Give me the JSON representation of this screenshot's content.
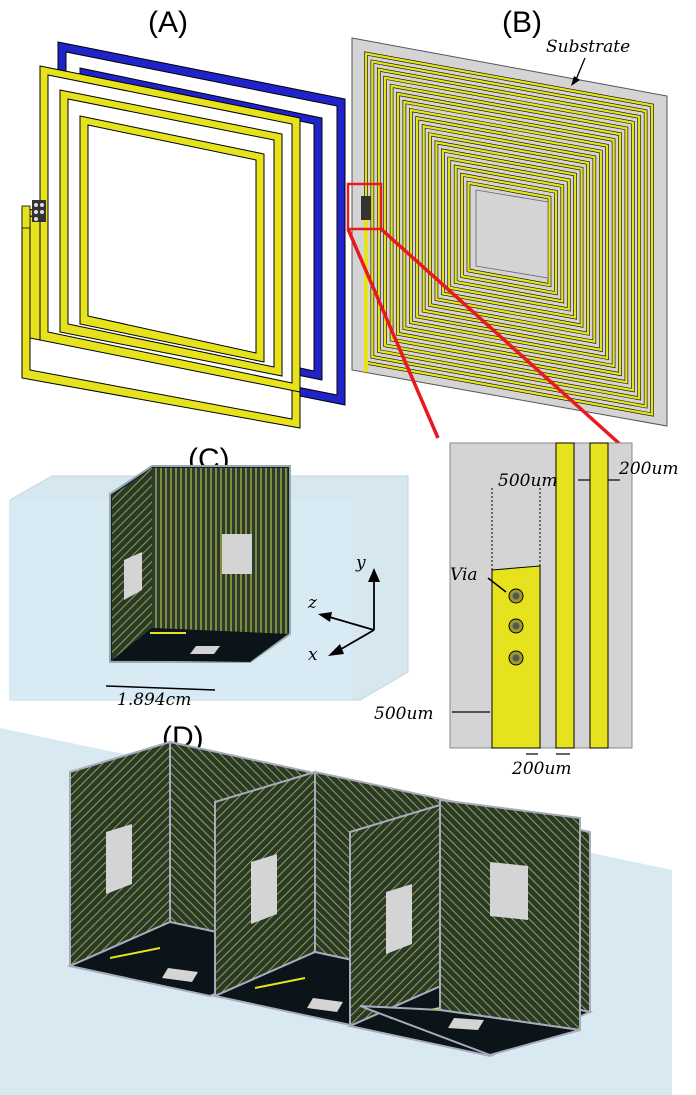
{
  "panels": {
    "a": "(A)",
    "b": "(B)",
    "c": "(C)",
    "d": "(D)"
  },
  "labels": {
    "substrate": "Substrate",
    "via": "Via",
    "dim_500_top": "500um",
    "dim_200_top": "200um",
    "dim_500_left": "500um",
    "dim_200_bottom": "200um",
    "cube_size": "1.894cm",
    "axis_x": "x",
    "axis_y": "y",
    "axis_z": "z"
  },
  "colors": {
    "top_coil": "#e6e31e",
    "bottom_coil": "#1f23c8",
    "substrate": "#d4d4d4",
    "callout": "#e8191f",
    "waveguide": "#cfe3ee",
    "cube_dark": "#13222a"
  }
}
